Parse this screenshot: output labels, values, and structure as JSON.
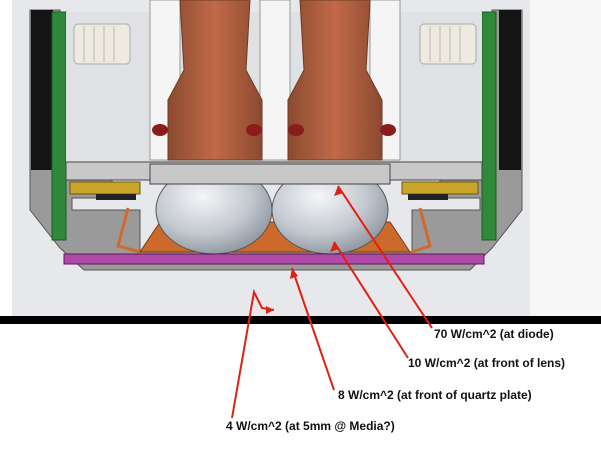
{
  "annotations": {
    "diode": "70 W/cm^2 (at diode)",
    "lens": "10 W/cm^2 (at front of lens)",
    "quartz": "8 W/cm^2 (at front of quartz plate)",
    "media": "4 W/cm^2 (at 5mm @ Media?)"
  },
  "colors": {
    "copper": "#b0603f",
    "orange": "#cc6a2b",
    "purple": "#b04aa8",
    "green": "#2e8a3a",
    "arrow": "#e02010",
    "lens": "#c8ccd2",
    "housing": "#8c8c8c"
  }
}
